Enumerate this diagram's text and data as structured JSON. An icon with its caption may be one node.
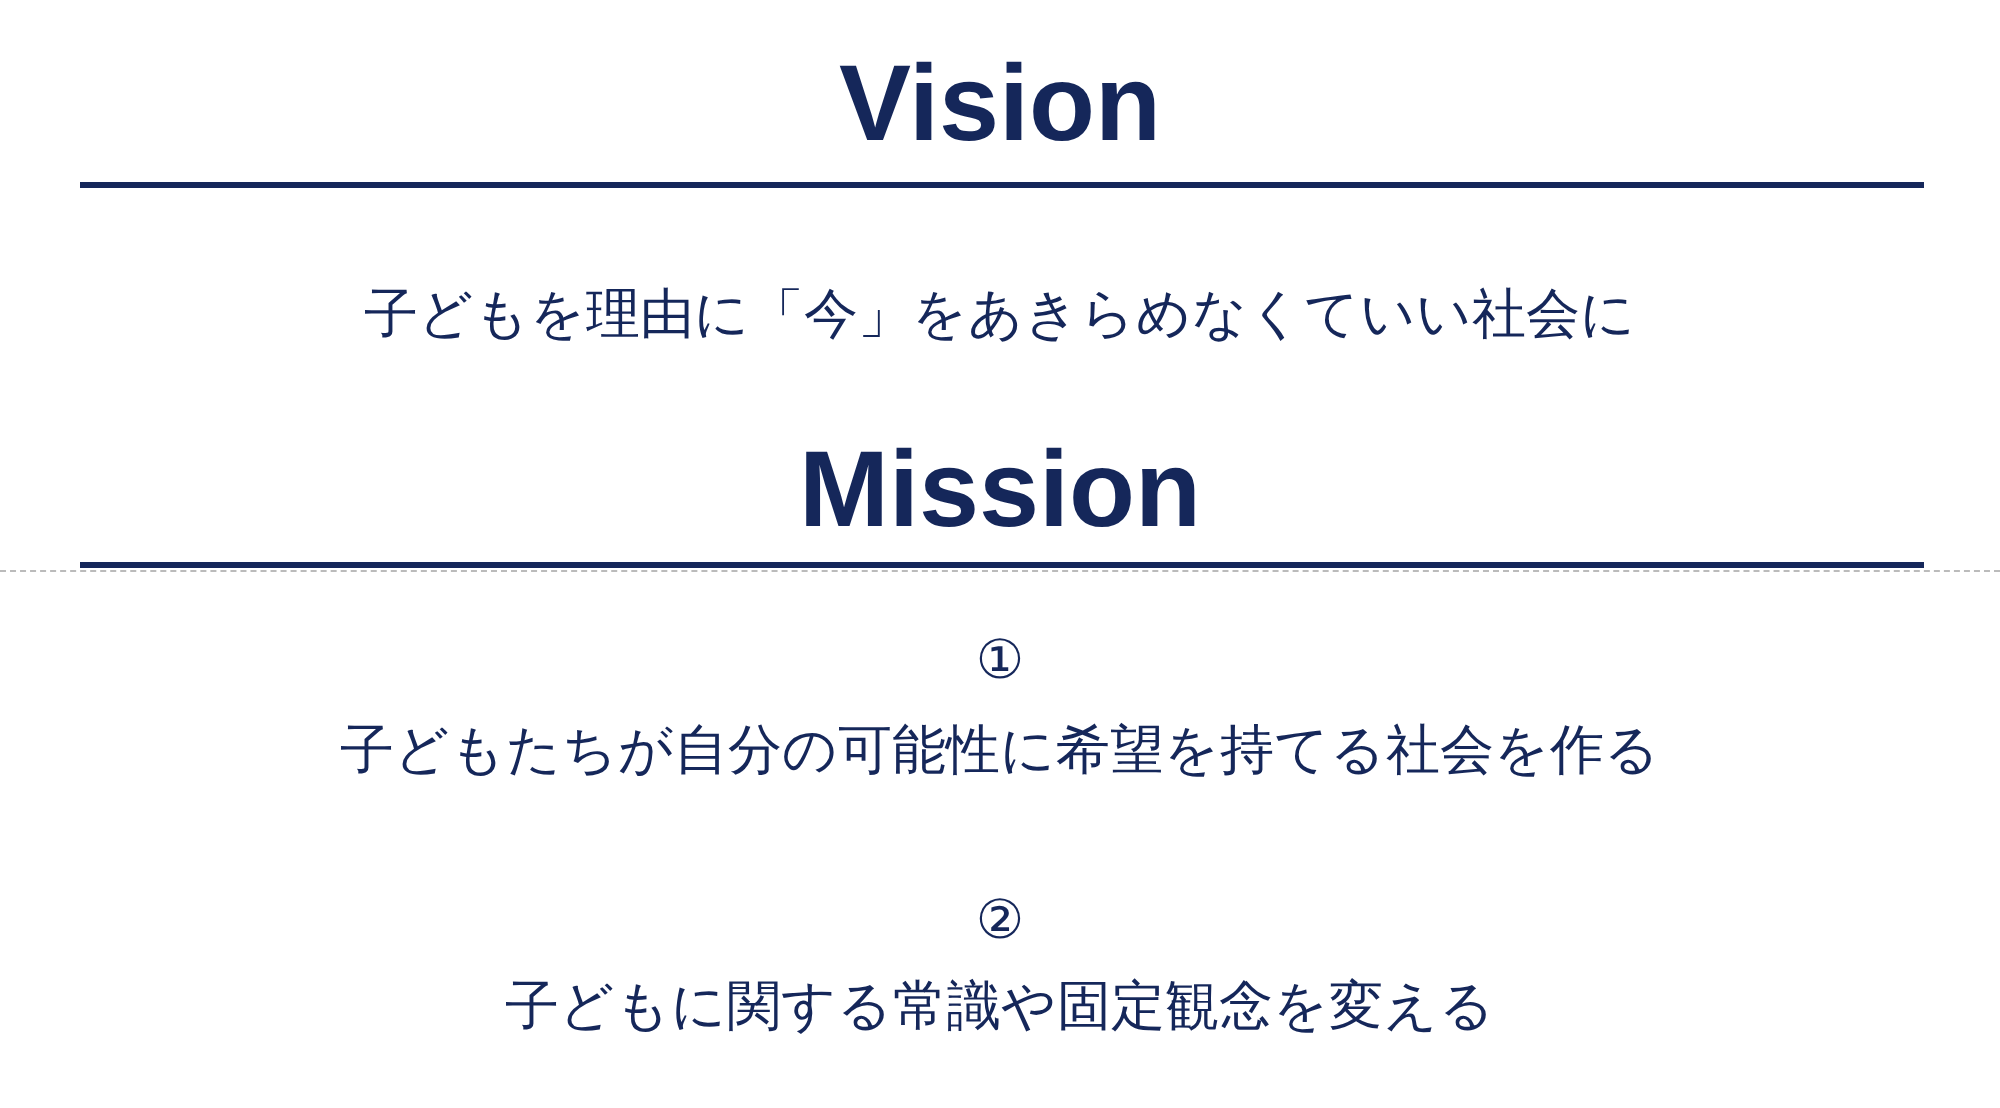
{
  "diagram": {
    "labels": [
      "Vision",
      "子どもを理由に「今」をあきらめなくていい社会に",
      "Mission",
      "①",
      "子どもたちが自分の可能性に希望を持てる社会を作る",
      "②",
      "子どもに関する常識や固定観念を変える"
    ]
  }
}
